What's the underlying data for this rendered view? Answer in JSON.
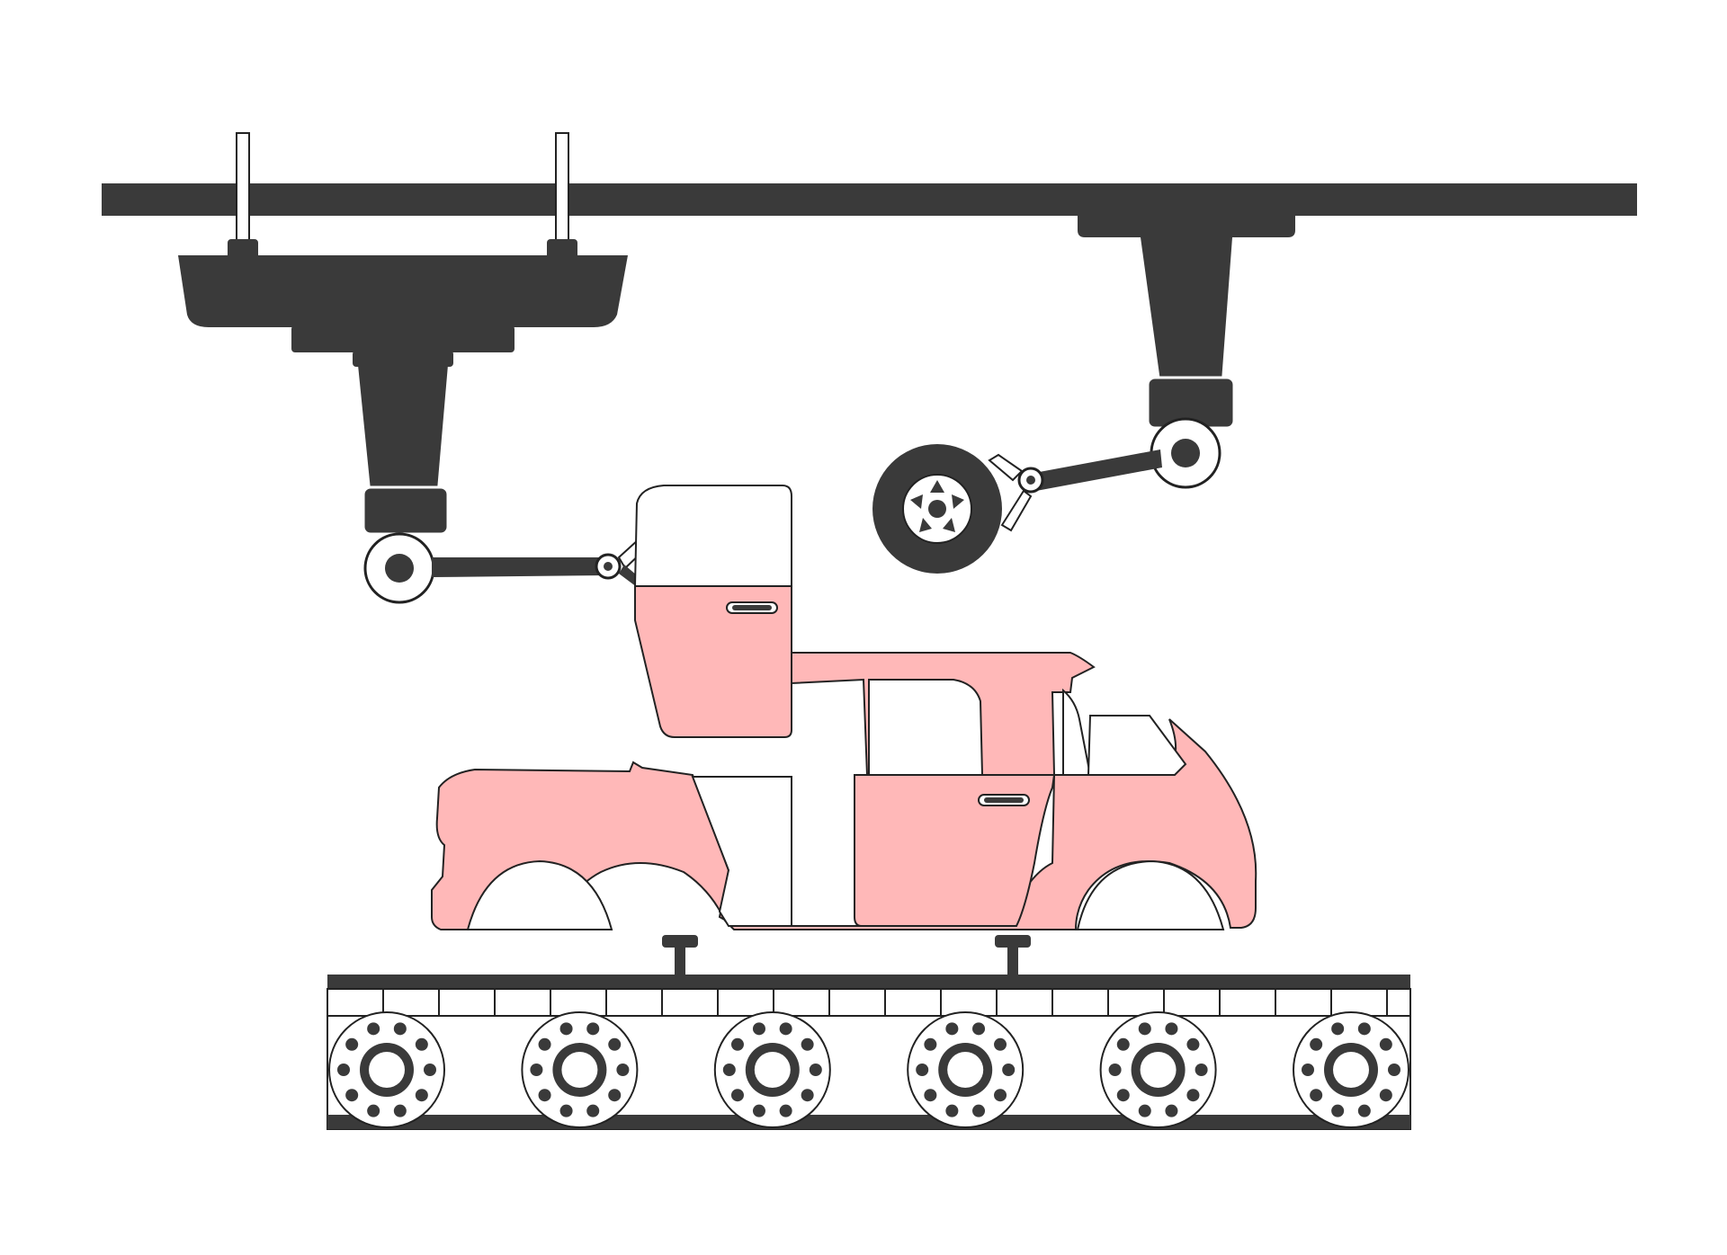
{
  "illustration": {
    "subject": "car-assembly-line",
    "colors": {
      "background": "#ffffff",
      "machinery": "#3a3a3a",
      "car_body": "#ffb8b8",
      "outline": "#222222",
      "highlight": "#ffffff"
    },
    "conveyor": {
      "roller_count": 6
    },
    "icons": [
      "overhead-rail",
      "robot-arm",
      "car-door",
      "tire",
      "car-body",
      "conveyor-belt"
    ]
  }
}
